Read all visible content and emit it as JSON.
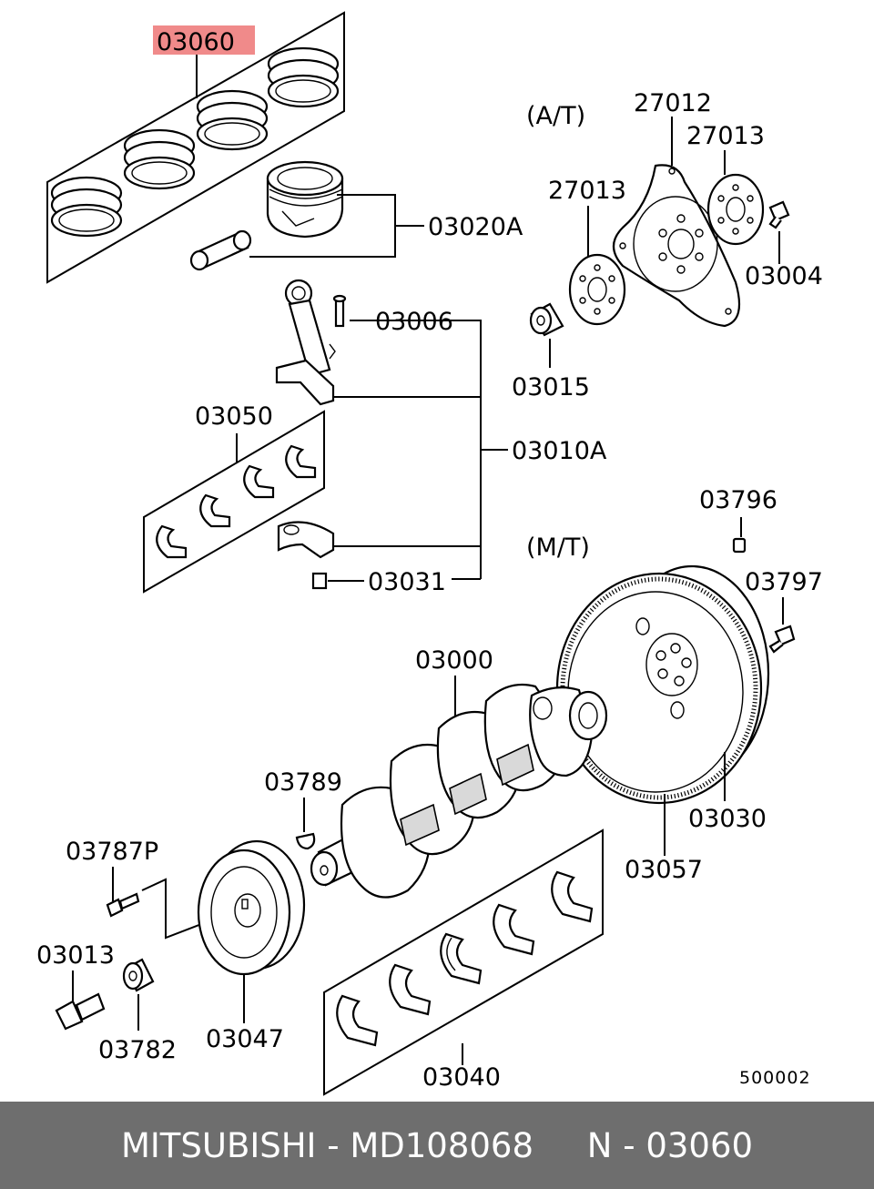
{
  "labels": {
    "highlighted": "03060",
    "p03020a": "03020A",
    "at_group": "(A/T)",
    "mt_group": "(M/T)",
    "p27012": "27012",
    "p27013_right": "27013",
    "p27013_left": "27013",
    "p03004": "03004",
    "p03015": "03015",
    "p03006": "03006",
    "p03010a": "03010A",
    "p03050": "03050",
    "p03031": "03031",
    "p03796": "03796",
    "p03797": "03797",
    "p03000": "03000",
    "p03030": "03030",
    "p03057": "03057",
    "p03789": "03789",
    "p03787p": "03787P",
    "p03013": "03013",
    "p03782": "03782",
    "p03047": "03047",
    "p03040": "03040",
    "diagram_number": "500002"
  },
  "highlight_color": "#f08a8a",
  "footer": {
    "text": "MITSUBISHI - MD108068     N - 03060",
    "background": "#6e6e6e"
  }
}
